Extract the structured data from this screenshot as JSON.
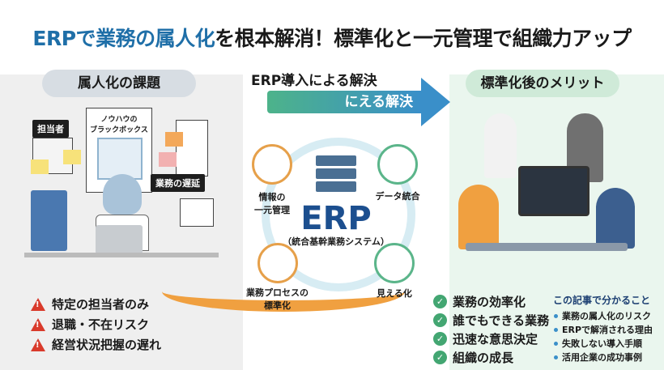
{
  "title": {
    "part1": "ERPで",
    "part2": "業務の属人化",
    "part3": "を根本解消！標準化と一元管理で組織力アップ"
  },
  "left": {
    "heading": "属人化の課題",
    "tag_person": "担当者",
    "blackbox": "ノウハウの\nブラックボックス",
    "tag_delay": "業務の遅延",
    "problems": [
      "特定の担当者のみ",
      "退職・不在リスク",
      "経営状況把握の遅れ"
    ]
  },
  "center": {
    "arrow_label": "ERP導入による解決",
    "arrow_band_label": "にえる解決",
    "erp": "ERP",
    "erp_sub": "（統合基幹業務システム）",
    "nodes": [
      "情報の\n一元管理",
      "データ統合",
      "業務プロセスの\n標準化",
      "見える化"
    ]
  },
  "right": {
    "heading": "標準化後のメリット",
    "benefits": [
      "業務の効率化",
      "誰でもできる業務",
      "迅速な意思決定",
      "組織の成長"
    ],
    "article_title": "この記事で分かること",
    "article_points": [
      "業務の属人化のリスク",
      "ERPで解消される理由",
      "失敗しない導入手順",
      "活用企業の成功事例"
    ]
  },
  "colors": {
    "accent_blue": "#1f6fa8",
    "green": "#43a672",
    "warning_red": "#d93a2b",
    "orange": "#f0a040"
  },
  "icons": [
    "warning-icon",
    "check-circle-icon",
    "database-icon",
    "server-icon",
    "eye-icon",
    "flowchart-icon"
  ]
}
